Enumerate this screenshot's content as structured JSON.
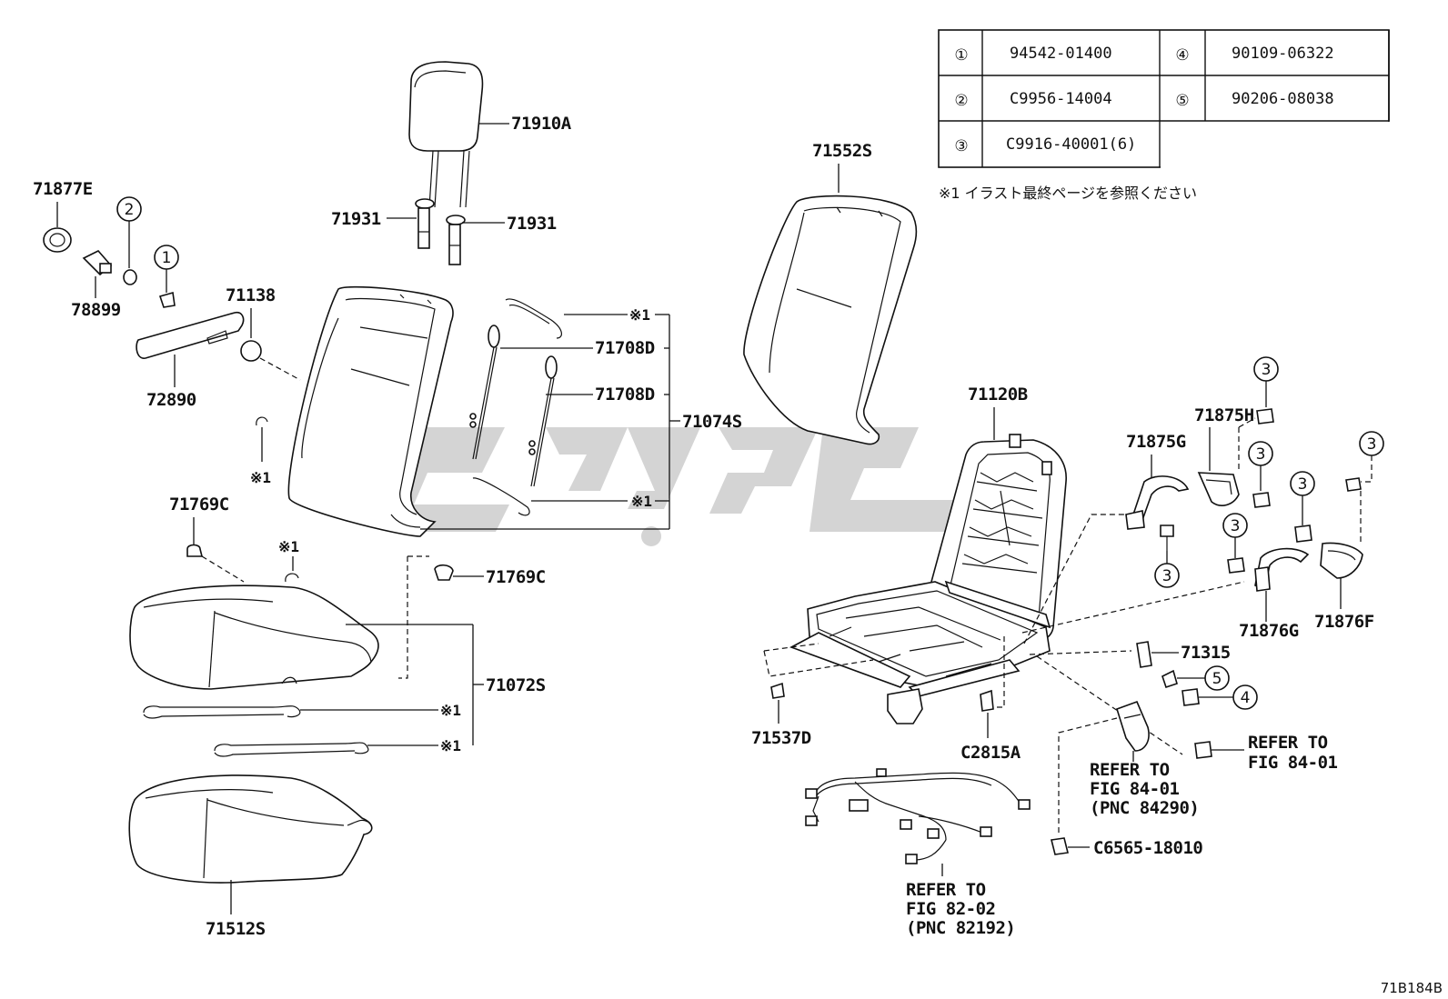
{
  "ref_table": {
    "rows": [
      {
        "left_key": "①",
        "left_part": "94542-01400",
        "right_key": "④",
        "right_part": "90109-06322"
      },
      {
        "left_key": "②",
        "left_part": "C9956-14004",
        "right_key": "⑤",
        "right_part": "90206-08038"
      },
      {
        "left_key": "③",
        "left_part": "C9916-40001(6)",
        "right_key": "",
        "right_part": ""
      }
    ],
    "note": "※1 イラスト最終ページを参照ください"
  },
  "labels": {
    "p71910A": "71910A",
    "p71931_left": "71931",
    "p71931_right": "71931",
    "p71877E": "71877E",
    "p78899": "78899",
    "c2": "2",
    "c1": "1",
    "p71138": "71138",
    "p72890": "72890",
    "star_bare": "※1",
    "star1_top": "※1",
    "p71708D_a": "71708D",
    "p71708D_b": "71708D",
    "p71074S": "71074S",
    "star1_mid": "※1",
    "p71769C_left": "71769C",
    "star1_cushion": "※1",
    "p71769C_right": "71769C",
    "p71072S": "71072S",
    "star1_wire_a": "※1",
    "star1_wire_b": "※1",
    "p71512S": "71512S",
    "p71552S": "71552S",
    "p71120B": "71120B",
    "p71875H": "71875H",
    "p71875G": "71875G",
    "c3_a": "3",
    "c3_b": "3",
    "c3_c": "3",
    "c3_d": "3",
    "c3_e": "3",
    "c3_f": "3",
    "p71876G": "71876G",
    "p71876F": "71876F",
    "p71315": "71315",
    "c5": "5",
    "c4": "4",
    "p71537D": "71537D",
    "pC2815A": "C2815A",
    "refer_84_01_a_l1": "REFER TO",
    "refer_84_01_a_l2": "FIG 84-01",
    "refer_84_01_a_l3": "(PNC 84290)",
    "refer_84_01_b_l1": "REFER TO",
    "refer_84_01_b_l2": "FIG 84-01",
    "pC6565": "C6565-18010",
    "refer_82_02_l1": "REFER TO",
    "refer_82_02_l2": "FIG 82-02",
    "refer_82_02_l3": "(PNC 82192)"
  },
  "figure_code": "71B184B"
}
